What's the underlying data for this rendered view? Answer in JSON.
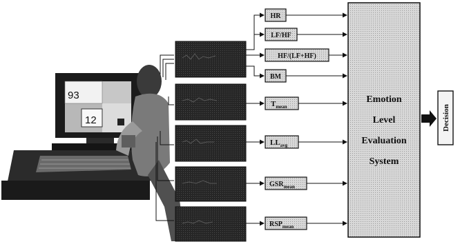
{
  "monitor": {
    "digits_top": "93",
    "digits_bottom": "12"
  },
  "feature_boxes": [
    {
      "id": "hr",
      "label": "HR",
      "sub": ""
    },
    {
      "id": "lf-hf",
      "label": "LF/HF",
      "sub": ""
    },
    {
      "id": "hf-ratio",
      "label": "HF/(LF+HF)",
      "sub": ""
    },
    {
      "id": "bm",
      "label": "BM",
      "sub": ""
    },
    {
      "id": "t",
      "label": "T",
      "sub": "mean"
    },
    {
      "id": "ll",
      "label": "LL",
      "sub": "avg"
    },
    {
      "id": "gsr",
      "label": "GSR",
      "sub": "mean"
    },
    {
      "id": "rsp",
      "label": "RSP",
      "sub": "mean"
    }
  ],
  "evaluation_system": {
    "lines": [
      "Emotion",
      "Level",
      "Evaluation",
      "System"
    ]
  },
  "decision": {
    "label": "Decision"
  },
  "colors": {
    "grid_box": "#c9c9c9",
    "dark_panel": "#1f1f1f",
    "outline": "#111111"
  }
}
